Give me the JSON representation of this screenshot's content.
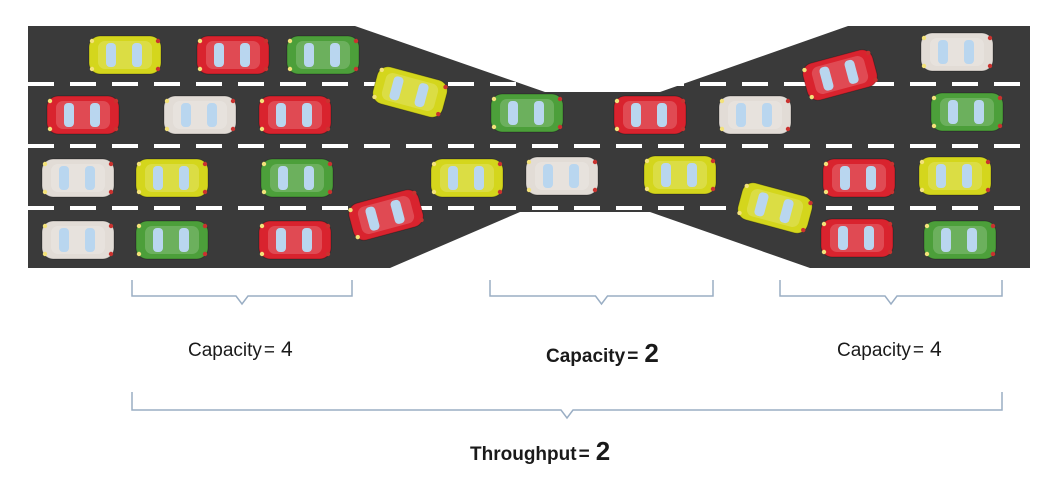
{
  "colors": {
    "road": "#3a3a3a",
    "lane_marking": "#ffffff",
    "bracket": "#9aaec4",
    "car_red": "#d9232e",
    "car_yellow": "#d4d61c",
    "car_green": "#4c9f3a",
    "car_white": "#e2dcd6"
  },
  "sections": [
    {
      "name": "Capacity",
      "equals": "=",
      "value": "4"
    },
    {
      "name": "Capacity",
      "equals": "=",
      "value": "2"
    },
    {
      "name": "Capacity",
      "equals": "=",
      "value": "4"
    }
  ],
  "throughput": {
    "name": "Throughput",
    "equals": "=",
    "value": "2"
  },
  "cars": [
    {
      "color": "yellow",
      "angle": 0
    },
    {
      "color": "red",
      "angle": 0
    },
    {
      "color": "green",
      "angle": 0
    },
    {
      "color": "yellow",
      "angle": 15
    },
    {
      "color": "red",
      "angle": 0
    },
    {
      "color": "white",
      "angle": 0
    },
    {
      "color": "red",
      "angle": 0
    },
    {
      "color": "white",
      "angle": 0
    },
    {
      "color": "yellow",
      "angle": 0
    },
    {
      "color": "green",
      "angle": 0
    },
    {
      "color": "white",
      "angle": 0
    },
    {
      "color": "green",
      "angle": 0
    },
    {
      "color": "red",
      "angle": 0
    },
    {
      "color": "red",
      "angle": -15
    },
    {
      "color": "green",
      "angle": 0
    },
    {
      "color": "red",
      "angle": 0
    },
    {
      "color": "yellow",
      "angle": 0
    },
    {
      "color": "white",
      "angle": 0
    },
    {
      "color": "yellow",
      "angle": 0
    },
    {
      "color": "white",
      "angle": 0
    },
    {
      "color": "red",
      "angle": -15
    },
    {
      "color": "white",
      "angle": 0
    },
    {
      "color": "green",
      "angle": 0
    },
    {
      "color": "yellow",
      "angle": 15
    },
    {
      "color": "red",
      "angle": 0
    },
    {
      "color": "yellow",
      "angle": 0
    },
    {
      "color": "red",
      "angle": 0
    },
    {
      "color": "green",
      "angle": 0
    }
  ]
}
